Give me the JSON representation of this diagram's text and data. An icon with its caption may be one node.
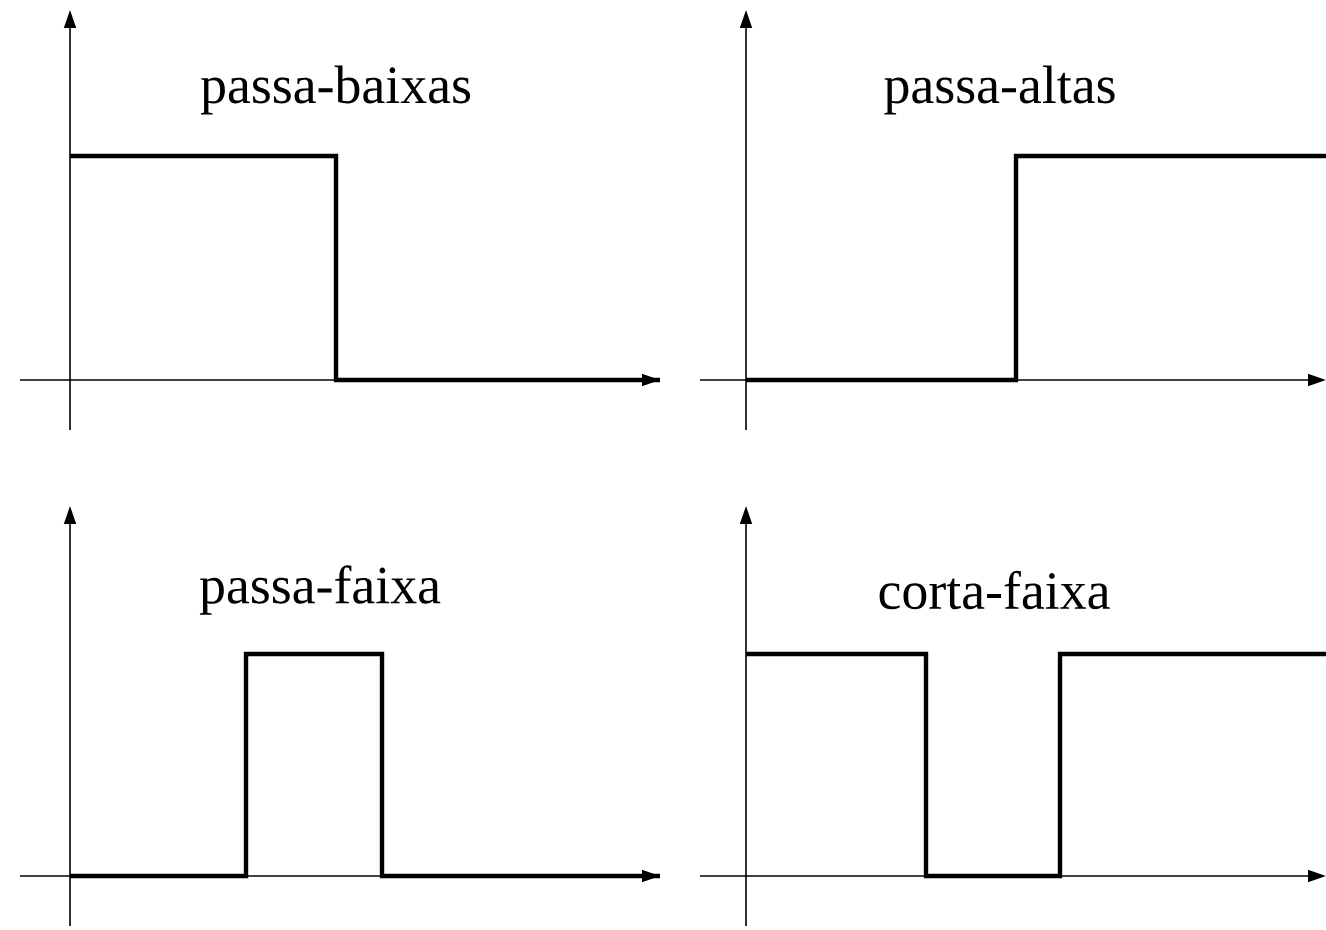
{
  "diagram": {
    "labels": [
      "passa-baixas",
      "passa-altas",
      "passa-faixa",
      "corta-faixa"
    ]
  }
}
